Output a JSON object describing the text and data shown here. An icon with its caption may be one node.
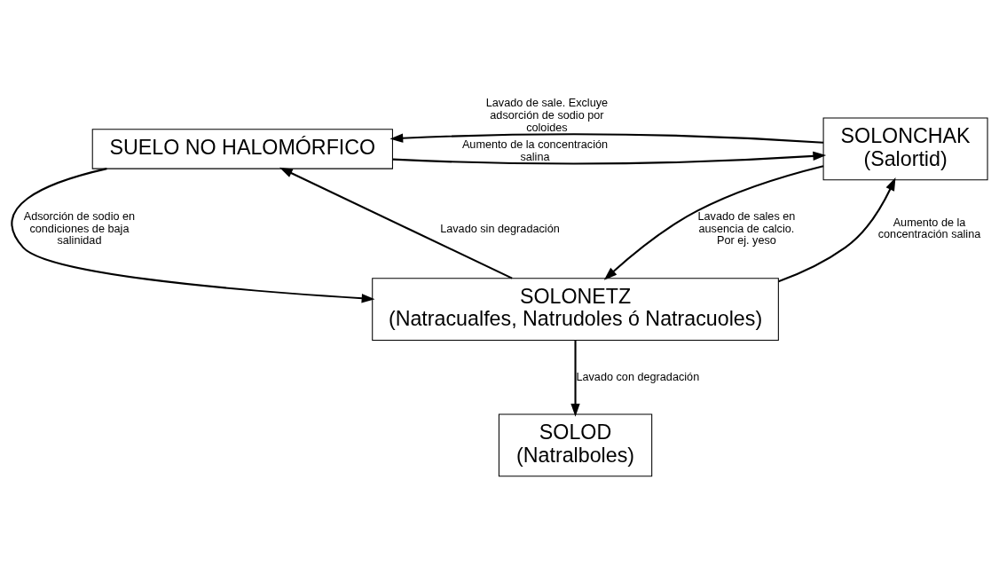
{
  "diagram": {
    "nodes": [
      {
        "text": [
          "SUELO NO HALOMÓRFICO"
        ]
      },
      {
        "text": [
          "SOLONCHAK",
          "(Salortid)"
        ]
      },
      {
        "text": [
          "SOLONETZ",
          "(Natracualfes, Natrudoles ó Natracuoles)"
        ]
      },
      {
        "text": [
          "SOLOD",
          "(Natralboles)"
        ]
      }
    ],
    "edges": [
      {
        "from": 0,
        "to": 1,
        "arrow": "to",
        "label": "Aumento de la concentración salina"
      },
      {
        "from": 1,
        "to": 0,
        "arrow": "to",
        "label": "Lavado de sale. Excluye adsorción de sodio por coloides"
      },
      {
        "from": 0,
        "to": 2,
        "arrow": "to",
        "label": "Adsorción de sodio en condiciones de baja salinidad"
      },
      {
        "from": 1,
        "to": 2,
        "arrow": "to",
        "label": "Lavado de sales en ausencia de calcio. Por ej. yeso"
      },
      {
        "from": 2,
        "to": 0,
        "arrow": "to",
        "label": "Lavado sin degradación"
      },
      {
        "from": 2,
        "to": 1,
        "arrow": "to",
        "label": "Aumento de la concentración salina"
      },
      {
        "from": 2,
        "to": 3,
        "arrow": "to",
        "label": "Lavado con degradación"
      }
    ]
  }
}
